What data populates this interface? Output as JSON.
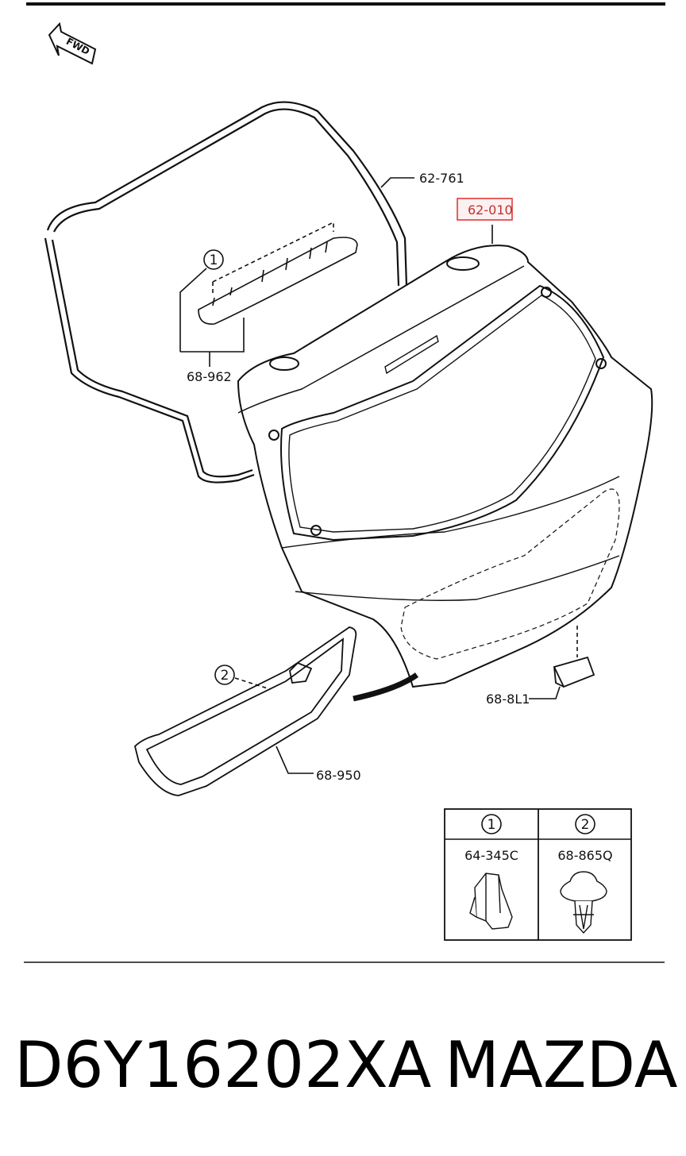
{
  "direction_arrow": {
    "label": "FWD",
    "icon": "forward-arrow-icon"
  },
  "callouts": {
    "weatherstrip": "62-761",
    "liftgate": "62-010",
    "high_mount_lamp": "68-962",
    "bumper": "68-8L1",
    "trim": "68-950"
  },
  "circle_markers": {
    "one": "1",
    "two": "2"
  },
  "fastener_table": {
    "columns": [
      {
        "marker": "1",
        "part": "64-345C",
        "icon": "clip-icon"
      },
      {
        "marker": "2",
        "part": "68-865Q",
        "icon": "push-rivet-icon"
      }
    ]
  },
  "title": {
    "part_number": "D6Y16202XA",
    "brand": "MAZDA"
  },
  "colors": {
    "highlight": "#e03a3a",
    "line": "#111111"
  }
}
